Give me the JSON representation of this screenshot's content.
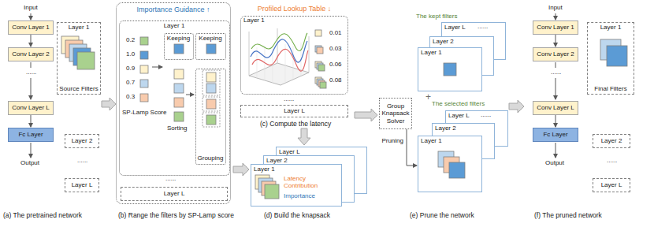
{
  "diagram": {
    "nodes": [
      {
        "text": [
          "Conv Layer 1"
        ]
      },
      {
        "text": [
          "Conv Layer 2"
        ]
      },
      {
        "text": [
          "Conv Layer L"
        ]
      },
      {
        "text": [
          "Fc Layer"
        ]
      },
      {
        "text": [
          "Layer 1",
          "Source Filters"
        ]
      },
      {
        "text": [
          "Layer 2"
        ]
      },
      {
        "text": [
          "Layer L"
        ]
      },
      {
        "text": [
          "Importance Guidance ↑"
        ]
      },
      {
        "text": [
          "Layer 1"
        ],
        "in": 7
      },
      {
        "text": [
          "Keeping"
        ],
        "in": 8
      },
      {
        "text": [
          "Keeping"
        ],
        "in": 8
      },
      {
        "text": [
          "Grouping"
        ],
        "in": 8
      },
      {
        "text": [
          "Layer L"
        ],
        "in": 7
      },
      {
        "text": [
          "Profiled Lookup Table ↓",
          "Layer 1"
        ]
      },
      {
        "text": [
          "Layer L"
        ]
      },
      {
        "text": [
          "Layer L"
        ]
      },
      {
        "text": [
          "Layer 2"
        ]
      },
      {
        "text": [
          "Layer 1",
          "Latency Contribution",
          "Importance"
        ]
      },
      {
        "text": [
          "Layer L"
        ]
      },
      {
        "text": [
          "Layer 2"
        ]
      },
      {
        "text": [
          "Layer 1"
        ]
      },
      {
        "text": [
          "Group Knapsack Solver"
        ]
      },
      {
        "text": [
          "Layer L"
        ]
      },
      {
        "text": [
          "Layer 2"
        ]
      },
      {
        "text": [
          "Layer 1"
        ]
      },
      {
        "text": [
          "Conv Layer 1"
        ]
      },
      {
        "text": [
          "Conv Layer 2"
        ]
      },
      {
        "text": [
          "Conv Layer L"
        ]
      },
      {
        "text": [
          "Fc Layer"
        ]
      },
      {
        "text": [
          "Layer 1",
          "Final Filters"
        ]
      },
      {
        "text": [
          "Layer 2"
        ]
      },
      {
        "text": [
          "Layer L"
        ]
      }
    ],
    "edges": [
      {
        "from": 0,
        "to": 1,
        "arrow": "to"
      },
      {
        "from": 2,
        "to": 3,
        "arrow": "to"
      },
      {
        "from": 25,
        "to": 26,
        "arrow": "to"
      },
      {
        "from": 27,
        "to": 28,
        "arrow": "to"
      },
      {
        "from": 21,
        "to": 24,
        "label": "Pruning",
        "arrow": "to"
      }
    ],
    "labels": [
      "Input",
      "......",
      "Output",
      "......",
      "(a) The pretrained network",
      "0.2",
      "1.0",
      "0.9",
      "0.7",
      "0.3",
      "SP-Lamp Score",
      "Sorting",
      "......",
      "(b) Range the filters by SP-Lamp score",
      "0.01",
      "0.03",
      "0.06",
      "0.08",
      "......",
      "(c) Compute the latency",
      "(d) Build the knapsack",
      "The kept filters",
      "......",
      "+",
      "The selected filters",
      "......",
      "(e) Prune the network",
      "Input",
      "......",
      "Output",
      "......",
      "(f) The pruned network"
    ]
  }
}
